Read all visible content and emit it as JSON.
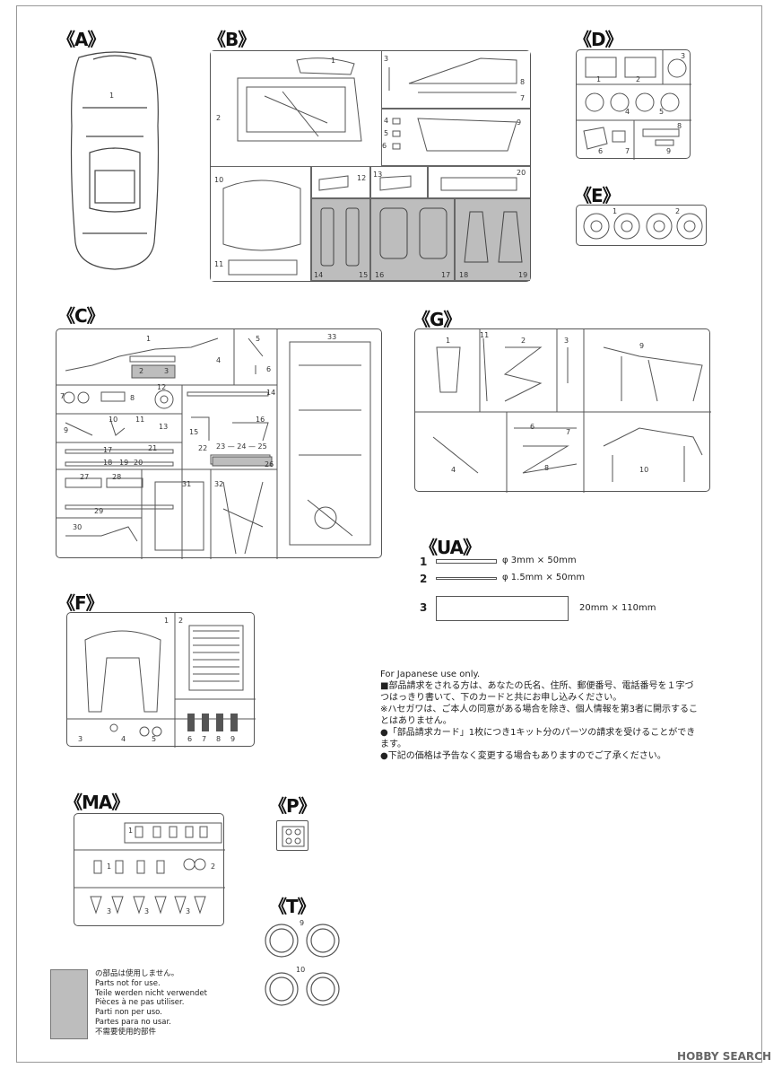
{
  "sections": {
    "A": {
      "label": "《A》"
    },
    "B": {
      "label": "《B》"
    },
    "C": {
      "label": "《C》"
    },
    "D": {
      "label": "《D》"
    },
    "E": {
      "label": "《E》"
    },
    "F": {
      "label": "《F》"
    },
    "G": {
      "label": "《G》"
    },
    "UA": {
      "label": "《UA》"
    },
    "MA": {
      "label": "《MA》"
    },
    "P": {
      "label": "《P》"
    },
    "T": {
      "label": "《T》"
    }
  },
  "ua_parts": [
    {
      "num": "1",
      "spec": "φ 3mm × 50mm"
    },
    {
      "num": "2",
      "spec": "φ 1.5mm × 50mm"
    },
    {
      "num": "3",
      "spec": "20mm × 110mm"
    }
  ],
  "japanese_note": [
    "For Japanese use only.",
    "■部品請求をされる方は、あなたの氏名、住所、郵便番号、電話番号を１字づ",
    "つはっきり書いて、下のカードと共にお申し込みください。",
    "※ハセガワは、ご本人の同意がある場合を除き、個人情報を第3者に開示するこ",
    "とはありません。",
    "●「部品請求カード」1枚につき1キット分のパーツの請求を受けることができ",
    "ます。",
    "●下記の価格は予告なく変更する場合もありますのでご了承ください。"
  ],
  "legend_lines": [
    "の部品は使用しません。",
    "Parts not for use.",
    "Teile werden nicht verwendet",
    "Pièces à ne pas utiliser.",
    "Parti non per uso.",
    "Partes para no usar.",
    "不需要使用的部件"
  ],
  "watermark": "HOBBY SEARCH",
  "colors": {
    "unused_parts_gray": "#bdbdbd",
    "line": "#555555"
  }
}
